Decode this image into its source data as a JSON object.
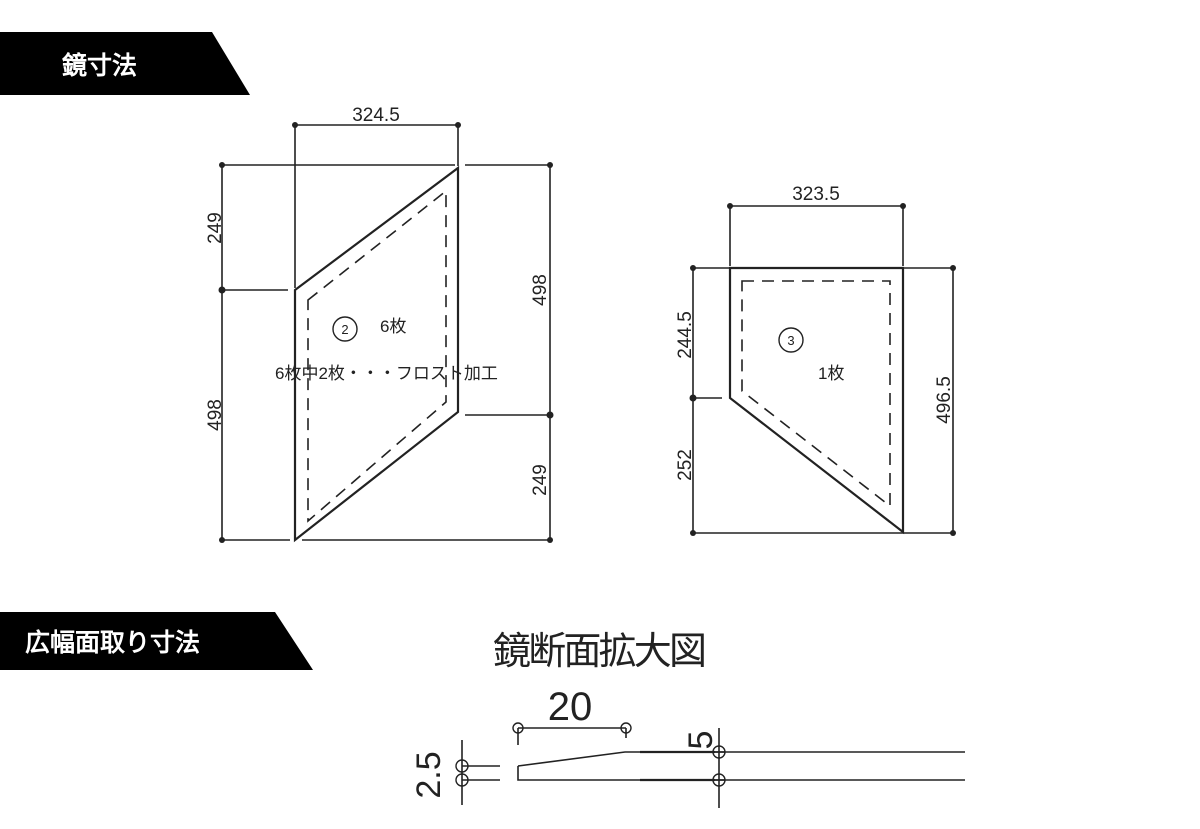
{
  "headers": {
    "mirror_dimensions": "鏡寸法",
    "wide_chamfer_dimensions": "広幅面取り寸法"
  },
  "mirror2": {
    "width": "324.5",
    "left_top": "249",
    "left_bottom": "498",
    "right_top": "498",
    "right_bottom": "249",
    "number": "2",
    "count": "6枚",
    "note": "6枚中2枚・・・フロスト加工"
  },
  "mirror3": {
    "width": "323.5",
    "left_top": "244.5",
    "left_bottom": "252",
    "right": "496.5",
    "number": "3",
    "count": "1枚"
  },
  "section": {
    "title": "鏡断面拡大図",
    "width": "20",
    "thickness": "5",
    "edge": "2.5"
  }
}
